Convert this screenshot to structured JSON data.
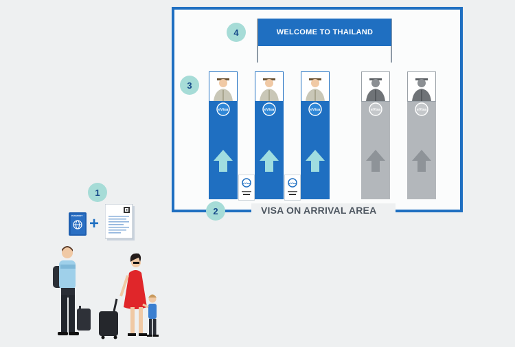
{
  "steps": {
    "step1": "1",
    "step2": "2",
    "step3": "3",
    "step4": "4"
  },
  "welcome_sign": "WELCOME TO THAILAND",
  "area_label": "VISA ON ARRIVAL AREA",
  "passport_label": "PASSPORT",
  "plus": "+",
  "counters": [
    {
      "state": "open"
    },
    {
      "state": "open"
    },
    {
      "state": "open"
    },
    {
      "state": "closed"
    },
    {
      "state": "closed"
    }
  ],
  "colors": {
    "accent_blue": "#1f6fc1",
    "badge_teal": "#a6dcd7",
    "closed_grey": "#b3b7bb",
    "background": "#eef0f1"
  },
  "icons": [
    "passport-icon",
    "form-icon",
    "officer-icon",
    "up-arrow-icon",
    "evisa-logo-icon",
    "traveler-family-illustration"
  ]
}
